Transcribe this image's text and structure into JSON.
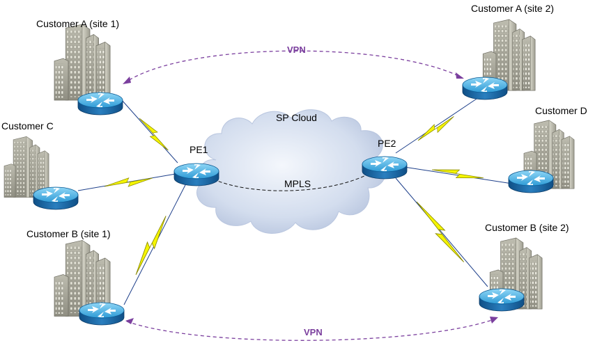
{
  "labels": {
    "customer_a_site1": "Customer A (site 1)",
    "customer_a_site2": "Customer A (site 2)",
    "customer_c": "Customer C",
    "customer_d": "Customer D",
    "customer_b_site1": "Customer B (site 1)",
    "customer_b_site2": "Customer B (site 2)",
    "sp_cloud": "SP Cloud",
    "pe1": "PE1",
    "pe2": "PE2",
    "mpls": "MPLS",
    "vpn_top": "VPN",
    "vpn_bottom": "VPN"
  },
  "colors": {
    "vpn": "#7b3f9e",
    "lightning": "#f5f500",
    "router_top": "#4fb6e8",
    "router_side": "#1a6fae",
    "building": "#a9a89a",
    "cloud": "#cdd8ea",
    "link": "#1d3f8a"
  },
  "icons": {
    "router": "router-icon",
    "building": "building-icon",
    "cloud": "cloud-icon",
    "lightning": "lightning-bolt-icon"
  }
}
